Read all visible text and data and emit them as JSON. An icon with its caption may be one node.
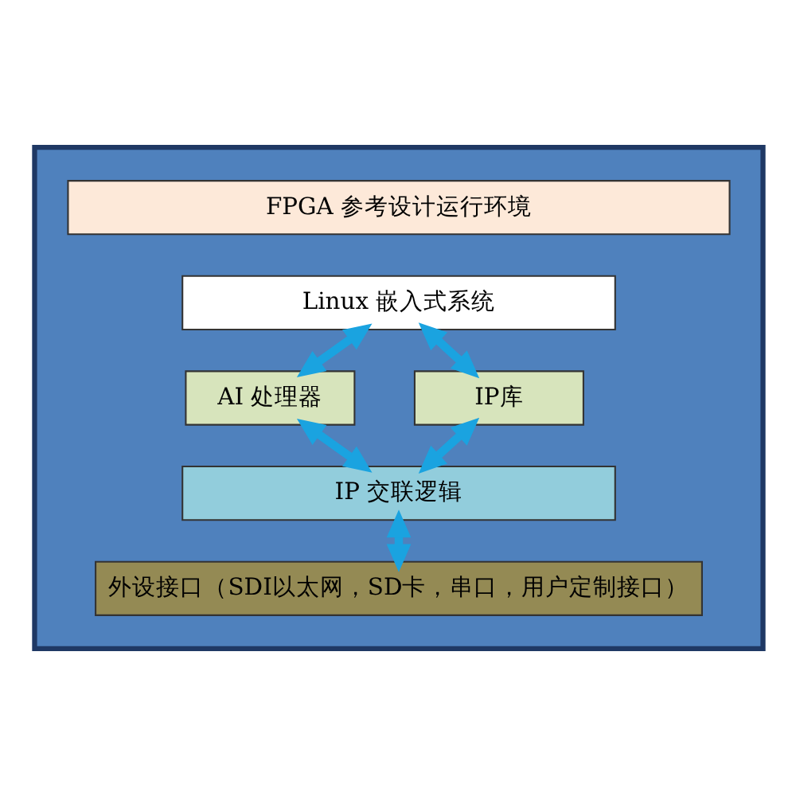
{
  "diagram": {
    "nodes": [
      {
        "text": [],
        "shape": "box"
      },
      {
        "text": [
          "FPGA 参考设计运行环境"
        ],
        "in": 0
      },
      {
        "text": [
          "Linux 嵌入式系统"
        ],
        "in": 0
      },
      {
        "text": [
          "AI 处理器"
        ],
        "in": 0
      },
      {
        "text": [
          "IP库"
        ],
        "in": 0
      },
      {
        "text": [
          "IP 交联逻辑"
        ],
        "in": 0
      },
      {
        "text": [
          "外设接口（SDI以太网，SD卡，串口，用户定制接口）"
        ],
        "in": 0
      }
    ],
    "edges": [
      {
        "from": 2,
        "to": 3,
        "arrow": "both"
      },
      {
        "from": 2,
        "to": 4,
        "arrow": "both"
      },
      {
        "from": 3,
        "to": 5,
        "arrow": "both"
      },
      {
        "from": 4,
        "to": 5,
        "arrow": "both"
      },
      {
        "from": 5,
        "to": 6,
        "arrow": "both"
      }
    ]
  }
}
